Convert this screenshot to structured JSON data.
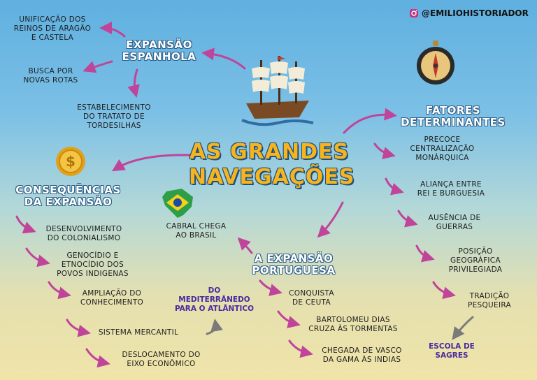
{
  "brand": {
    "handle": "@EMILIOHISTORIADOR",
    "icon": "instagram-icon"
  },
  "title": {
    "line1": "AS GRANDES",
    "line2": "NAVEGAÇÕES"
  },
  "espanhola": {
    "heading": [
      "EXPANSÃO",
      "ESPANHOLA"
    ],
    "items": [
      [
        "UNIFICAÇÃO DOS",
        "REINOS DE ARAGÃO",
        "E CASTELA"
      ],
      [
        "BUSCA POR",
        "NOVAS ROTAS"
      ],
      [
        "ESTABELECIMENTO",
        "DO TRATATO DE",
        "TORDESILHAS"
      ]
    ]
  },
  "fatores": {
    "heading": [
      "FATORES",
      "DETERMINANTES"
    ],
    "items": [
      [
        "PRECOCE",
        "CENTRALIZAÇÃO",
        "MONÁRQUICA"
      ],
      [
        "ALIANÇA ENTRE",
        "REI E BURGUESIA"
      ],
      [
        "AUSÊNCIA DE",
        "GUERRAS"
      ],
      [
        "POSIÇÃO",
        "GEOGRÁFICA",
        "PRIVILEGIADA"
      ],
      [
        "TRADIÇÃO",
        "PESQUEIRA"
      ]
    ],
    "escola": [
      "ESCOLA DE",
      "SAGRES"
    ]
  },
  "consequencias": {
    "heading": [
      "CONSEQUÊNCIAS",
      "DA EXPANSÃO"
    ],
    "items": [
      [
        "DESENVOLVIMENTO",
        "DO COLONIALISMO"
      ],
      [
        "GENOCÍDIO E",
        "ETNOCÍDIO DOS",
        "POVOS INDIGENAS"
      ],
      [
        "AMPLIAÇÃO DO",
        "CONHECIMENTO"
      ],
      [
        "SISTEMA MERCANTIL"
      ],
      [
        "DESLOCAMENTO DO",
        "EIXO ECONÔMICO"
      ]
    ],
    "mediterraneo": [
      "DO",
      "MEDITERRÂNEDO",
      "PARA O ATLÂNTICO"
    ]
  },
  "portuguesa": {
    "heading": [
      "A EXPANSÃO",
      "PORTUGUESA"
    ],
    "cabral": [
      "CABRAL CHEGA",
      "AO BRASIL"
    ],
    "items": [
      [
        "CONQUISTA",
        "DE CEUTA"
      ],
      [
        "BARTOLOMEU DIAS",
        "CRUZA ÀS TORMENTAS"
      ],
      [
        "CHEGADA DE VASCO",
        "DA GAMA ÀS INDIAS"
      ]
    ]
  },
  "icons": [
    "ship-icon",
    "compass-icon",
    "gold-coin-icon",
    "brazil-map-icon"
  ],
  "colors": {
    "arrow": "#c0449a",
    "arrow_grey": "#7a7a7a",
    "title": "#f6b41e",
    "accent": "#4a2aa0"
  }
}
